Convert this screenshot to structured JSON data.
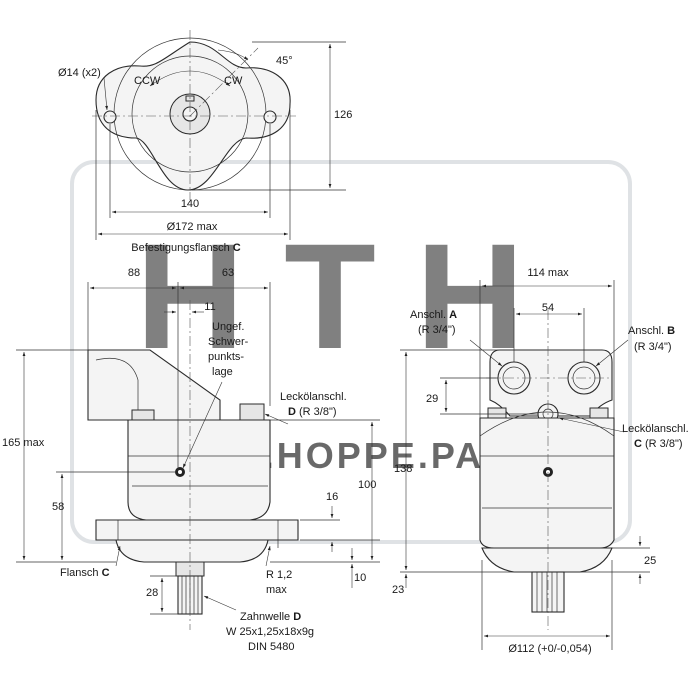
{
  "watermark": {
    "logo": "HTH",
    "url": "WWW.HOPPE.PARTS"
  },
  "top_view": {
    "hole_label": "Ø14 (x2)",
    "ccw": "CCW",
    "cw": "CW",
    "angle": "45°",
    "height": "126",
    "hole_spacing": "140",
    "flange_diameter": "Ø172 max",
    "flange_title": "Befestigungsflansch",
    "flange_letter": "C"
  },
  "side_view": {
    "dim_88": "88",
    "dim_63": "63",
    "dim_11": "11",
    "cog_line1": "Ungef.",
    "cog_line2": "Schwer-",
    "cog_line3": "punkts-",
    "cog_line4": "lage",
    "leak_port": "Leckölanschl.",
    "leak_letter": "D",
    "leak_thread": "(R 3/8\")",
    "height_165": "165 max",
    "height_58": "58",
    "height_100": "100",
    "dim_16": "16",
    "dim_10": "10",
    "dim_28": "28",
    "flange_label": "Flansch",
    "flange_letter": "C",
    "radius_line1": "R 1,2",
    "radius_line2": "max",
    "shaft_title": "Zahnwelle",
    "shaft_letter": "D",
    "shaft_spec": "W 25x1,25x18x9g",
    "shaft_norm": "DIN 5480"
  },
  "front_view": {
    "width_max": "114 max",
    "port_spacing": "54",
    "port_a_title": "Anschl.",
    "port_a_letter": "A",
    "port_a_thread": "(R 3/4\")",
    "port_b_title": "Anschl.",
    "port_b_letter": "B",
    "port_b_thread": "(R 3/4\")",
    "dim_29": "29",
    "leak_port": "Leckölanschl.",
    "leak_letter": "C",
    "leak_thread": "(R 3/8\")",
    "height_138": "138",
    "dim_25": "25",
    "dim_23": "23",
    "shaft_diameter": "Ø112 (+0/-0,054)"
  }
}
